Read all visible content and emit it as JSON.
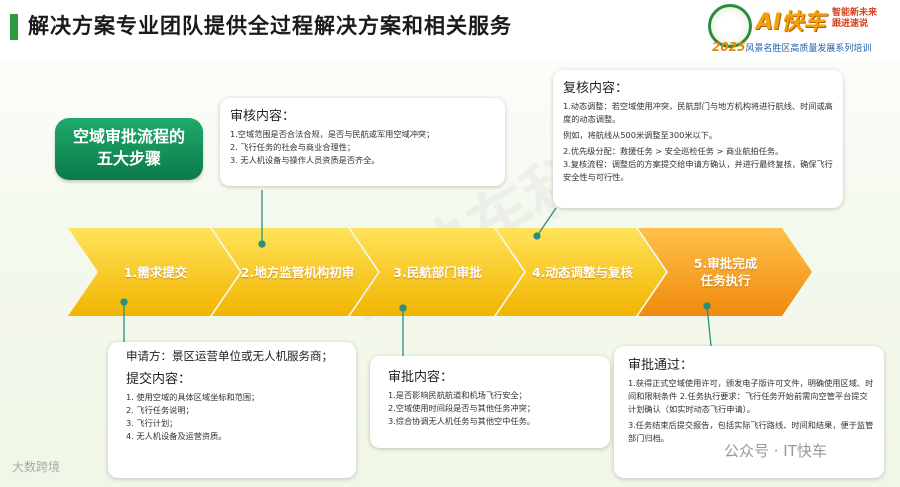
{
  "header": {
    "title": "解决方案专业团队提供全过程解决方案和相关服务",
    "brand": "AI快车",
    "brand_tag_1": "智能新未来",
    "brand_tag_2": "跟进速说",
    "subtitle_year": "2025",
    "subtitle": "风景名胜区高质量发展系列培训"
  },
  "badge": {
    "line1": "空域审批流程的",
    "line2": "五大步骤"
  },
  "steps": [
    {
      "label": "1.需求提交"
    },
    {
      "label": "2.地方监管机构初审"
    },
    {
      "label": "3.民航部门审批"
    },
    {
      "label": "4.动态调整与复核"
    },
    {
      "label_line1": "5.审批完成",
      "label_line2": "任务执行"
    }
  ],
  "cards": {
    "review": {
      "heading": "审核内容：",
      "items": [
        "1.空域范围是否合法合规，是否与民航或军用空域冲突；",
        "2. 飞行任务的社会与商业合理性；",
        "3. 无人机设备与操作人员资质是否齐全。"
      ]
    },
    "recheck": {
      "heading": "复核内容：",
      "items": [
        "1.动态调整：若空域使用冲突，民航部门与地方机构将进行航线、时间或高度的动态调整。",
        "例如，将航线从500米调整至300米以下。",
        "2.优先级分配：救援任务 > 安全巡检任务 > 商业航拍任务。",
        "3.复核流程：调整后的方案提交给申请方确认，并进行最终复核，确保飞行安全性与可行性。"
      ]
    },
    "submit": {
      "applicant": "申请方：景区运营单位或无人机服务商；",
      "heading": "提交内容：",
      "items": [
        "1. 使用空域的具体区域坐标和范围；",
        "2. 飞行任务说明；",
        "3. 飞行计划；",
        "4. 无人机设备及运营资质。"
      ]
    },
    "approval": {
      "heading": "审批内容：",
      "items": [
        "1.是否影响民航航道和机场飞行安全；",
        "2.空域使用时间段是否与其他任务冲突；",
        "3.综合协调无人机任务与其他空中任务。"
      ]
    },
    "approved": {
      "heading": "审批通过：",
      "items": [
        "1.获得正式空域使用许可，颁发电子版许可文件，明确使用区域、时间和限制条件 2.任务执行要求：飞行任务开始前需向空管平台提交计划确认（如实时动态飞行申请）。",
        "3.任务结束后提交报告，包括实际飞行路线、时间和结果，便于监管部门归档。"
      ]
    }
  },
  "footer": {
    "left": "大数跨境",
    "right": "公众号 · IT快车"
  },
  "colors": {
    "accent_green": "#2e9b3e",
    "arrow_yellow": "#f7c500",
    "arrow_orange": "#f59b12",
    "connector": "#2a8f7e"
  }
}
